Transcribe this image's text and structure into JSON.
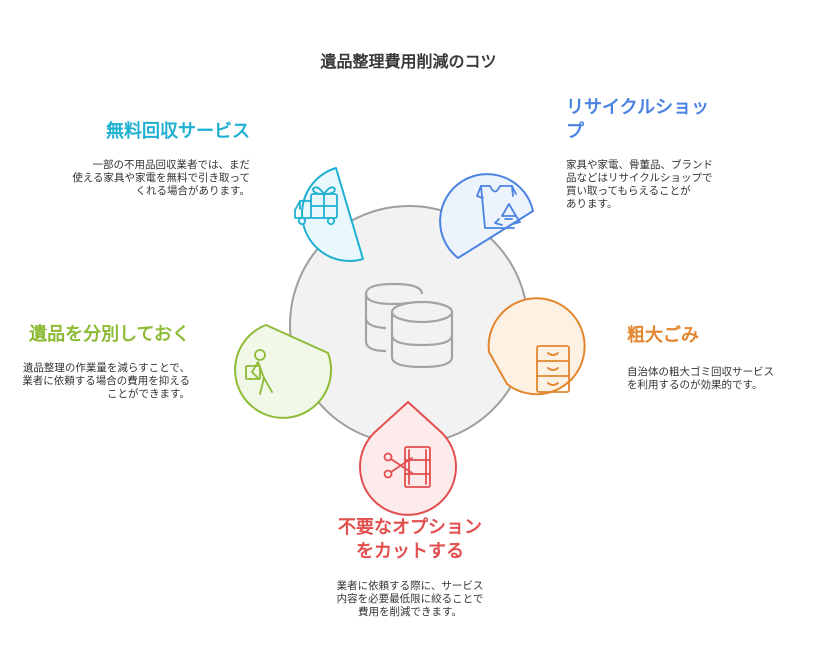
{
  "title": "遺品整理費用削減のコツ",
  "colors": {
    "hub_fill": "#f2f2f2",
    "hub_stroke": "#9e9e9e",
    "free_pickup": "#1fb0d2",
    "recycle_shop": "#4a84e0",
    "sorting": "#8dbb35",
    "oversized": "#e2862f",
    "options": "#e24f4f"
  },
  "items": {
    "free_pickup": {
      "heading": "無料回収サービス",
      "description": "一部の不用品回収業者では、まだ\n使える家具や家電を無料で引き取って\nくれる場合があります。",
      "icon": "gift-truck-icon"
    },
    "recycle_shop": {
      "heading": "リサイクルショッ\nプ",
      "description": "家具や家電、骨董品、ブランド\n品などはリサイクルショップで\n買い取ってもらえることが\nあります。",
      "icon": "recycle-bag-icon"
    },
    "sorting": {
      "heading": "遺品を分別しておく",
      "description": "遺品整理の作業量を減らすことで、\n業者に依頼する場合の費用を抑える\nことができます。",
      "icon": "person-carrying-box-icon"
    },
    "oversized": {
      "heading": "粗大ごみ",
      "description": "自治体の粗大ゴミ回収サービス\nを利用するのが効果的です。",
      "icon": "drawer-cabinet-icon"
    },
    "options": {
      "heading": "不要なオプション\nをカットする",
      "description": "業者に依頼する際に、サービス\n内容を必要最低限に絞ることで\n費用を削減できます。",
      "icon": "scissors-film-icon"
    }
  }
}
